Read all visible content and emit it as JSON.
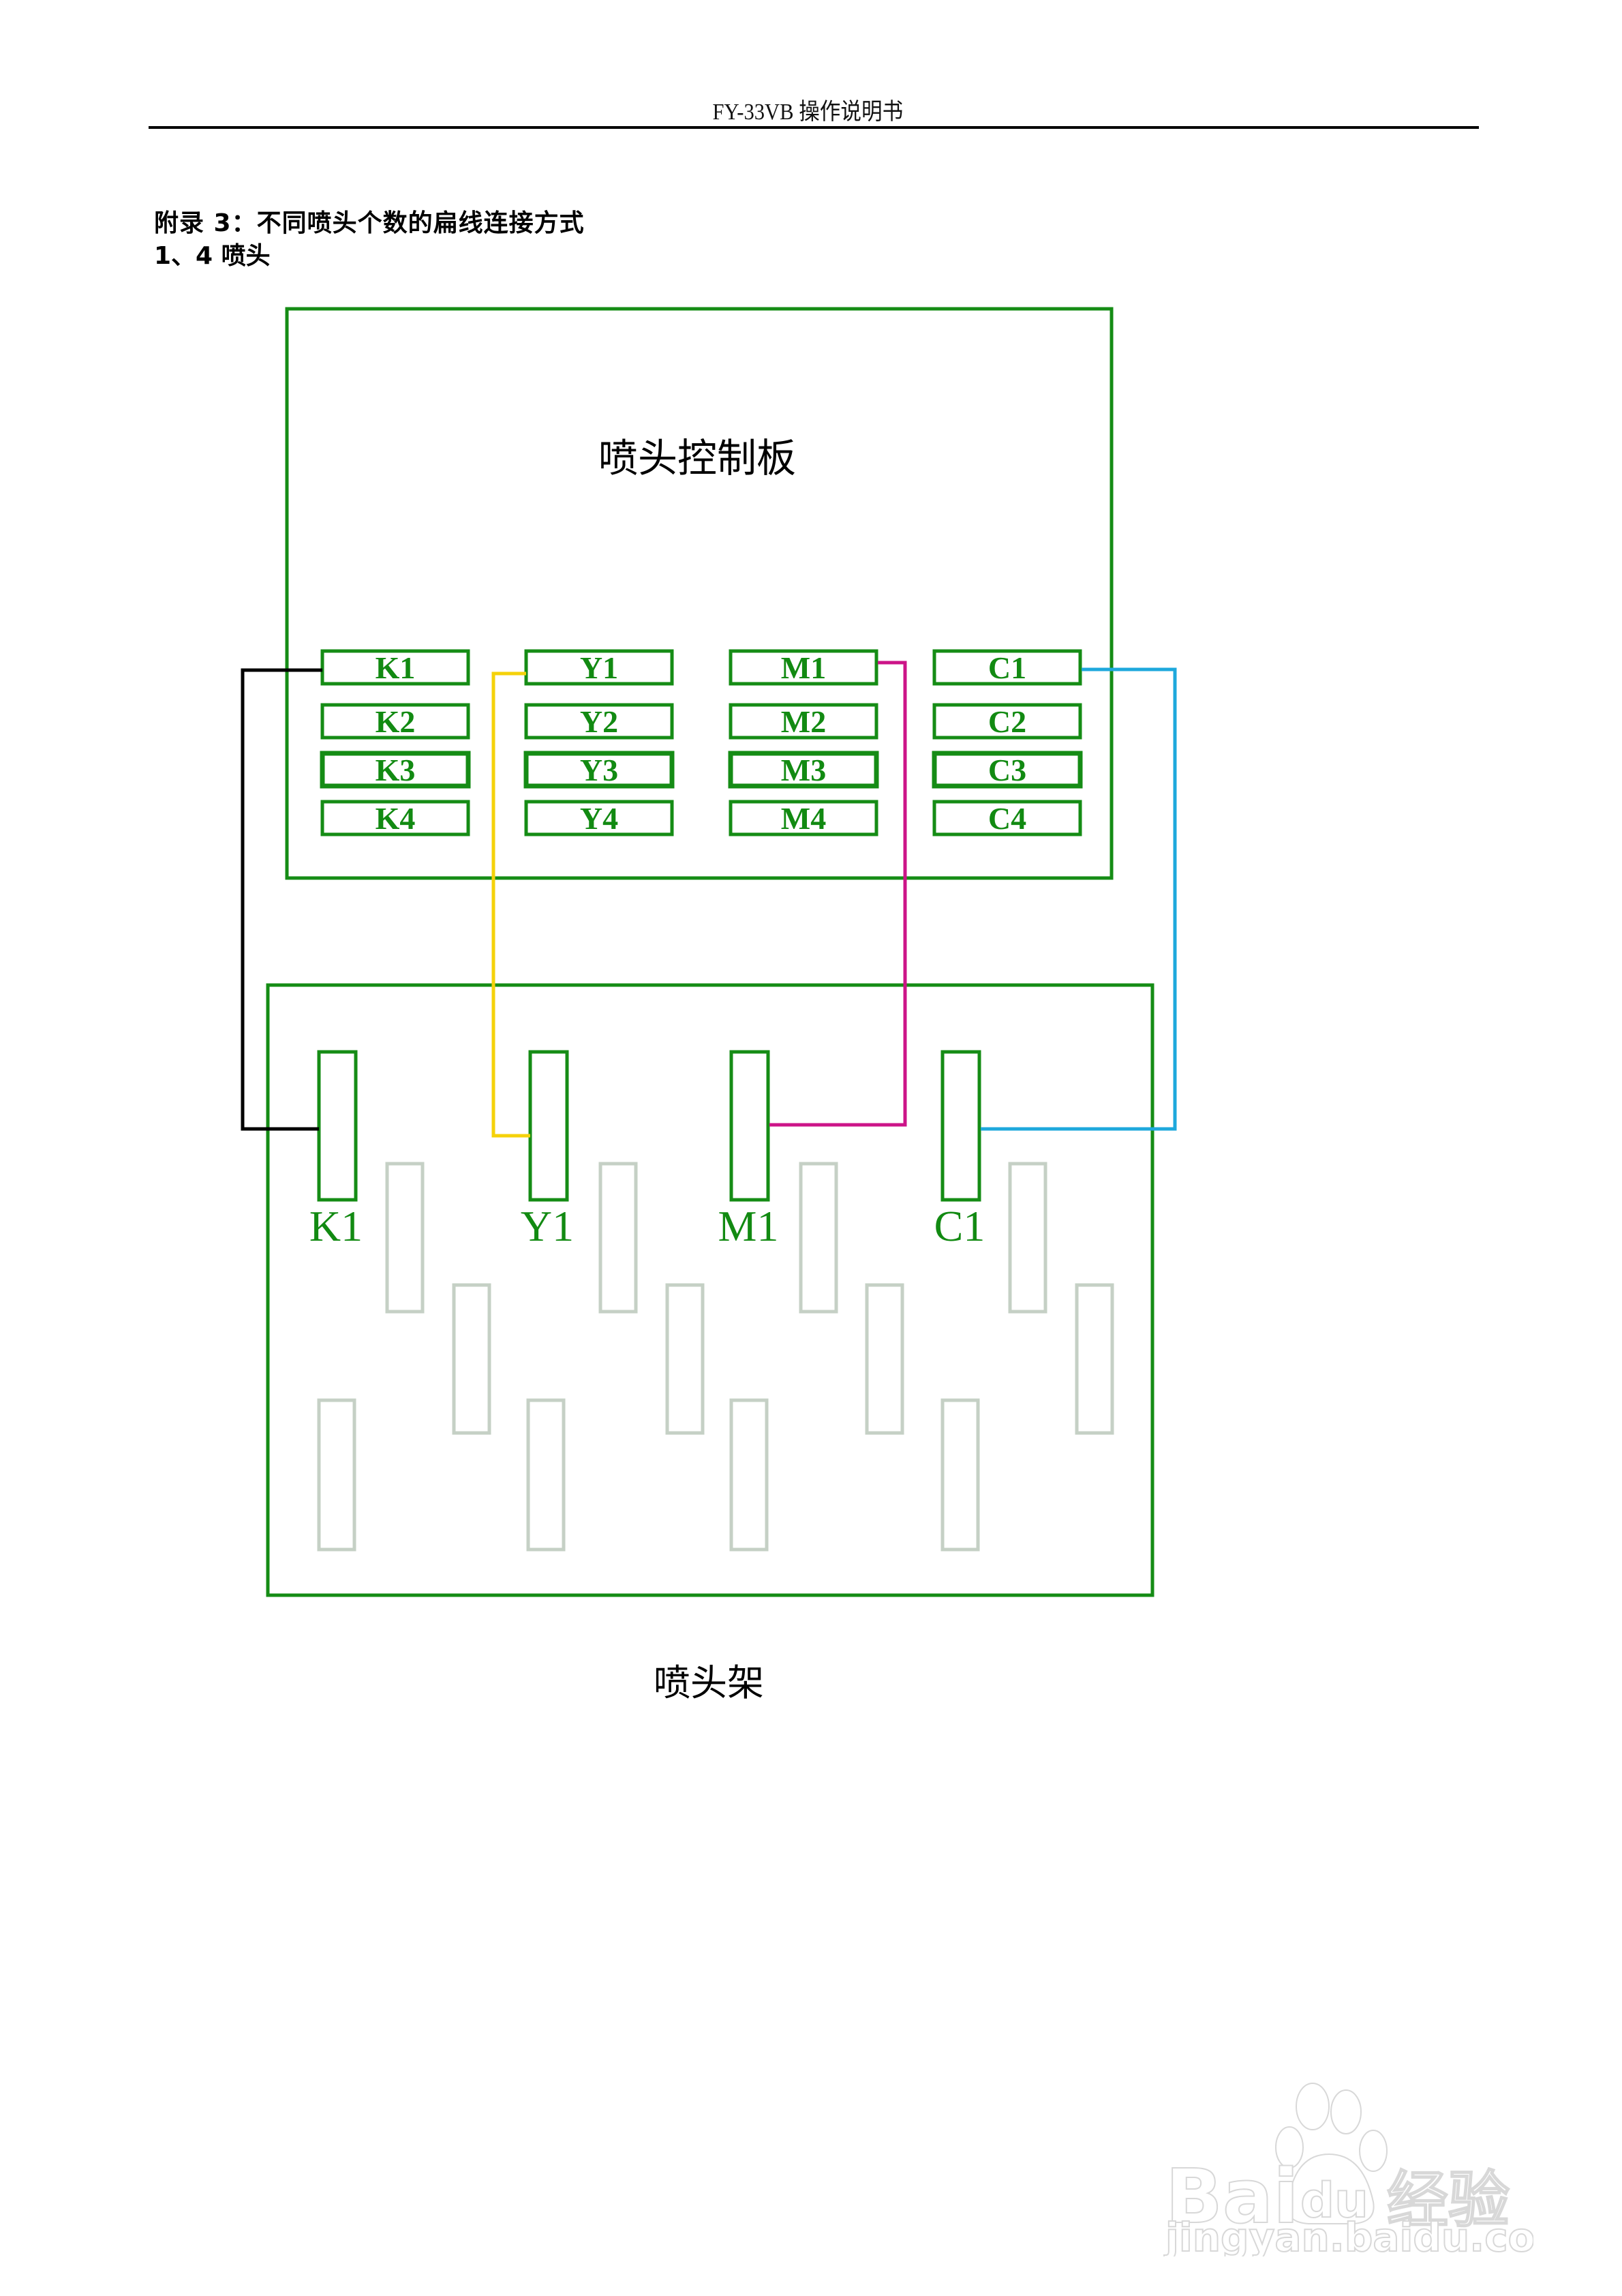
{
  "document": {
    "header": "FY-33VB 操作说明书",
    "heading": "附录 3：不同喷头个数的扁线连接方式",
    "subheading": "1、4 喷头"
  },
  "diagram": {
    "control_board": {
      "title": "喷头控制板",
      "connector_columns": [
        {
          "color_key": "K",
          "connectors": [
            "K1",
            "K2",
            "K3",
            "K4"
          ]
        },
        {
          "color_key": "Y",
          "connectors": [
            "Y1",
            "Y2",
            "Y3",
            "Y4"
          ]
        },
        {
          "color_key": "M",
          "connectors": [
            "M1",
            "M2",
            "M3",
            "M4"
          ]
        },
        {
          "color_key": "C",
          "connectors": [
            "C1",
            "C2",
            "C3",
            "C4"
          ]
        }
      ]
    },
    "print_head_holder": {
      "title": "喷头架",
      "active_heads": [
        "K1",
        "Y1",
        "M1",
        "C1"
      ],
      "inactive_head_slots": 12
    },
    "cables": [
      {
        "from": "K1",
        "to": "K1",
        "color": "#000000",
        "name": "black"
      },
      {
        "from": "Y1",
        "to": "Y1",
        "color": "#f5d20a",
        "name": "yellow"
      },
      {
        "from": "M1",
        "to": "M1",
        "color": "#cc1488",
        "name": "magenta"
      },
      {
        "from": "C1",
        "to": "C1",
        "color": "#1ea8dc",
        "name": "cyan"
      }
    ],
    "colors": {
      "frame": "#158c15",
      "inactive_head": "#c5d0c5"
    }
  },
  "watermark": {
    "brand": "Bai du 经验",
    "url": "jingyan.baidu.com"
  }
}
